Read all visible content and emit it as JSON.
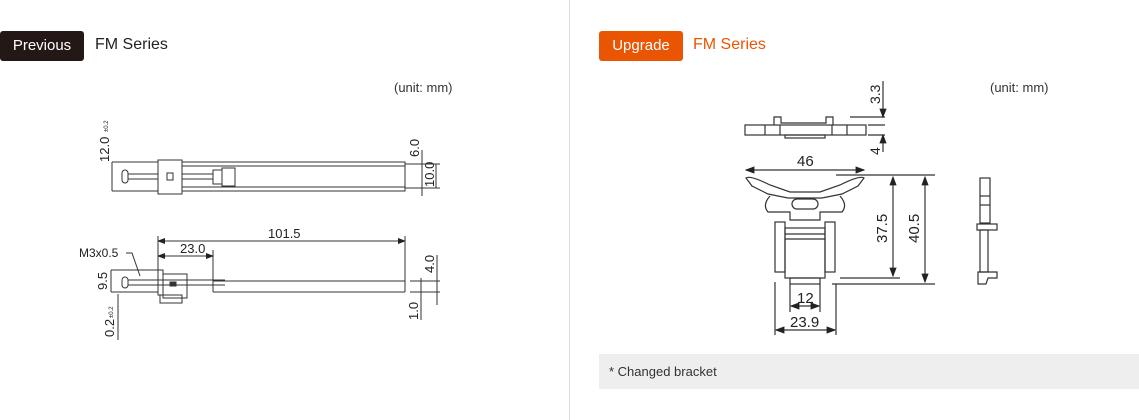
{
  "previous": {
    "badge": "Previous",
    "series": "FM Series",
    "unit": "(unit: mm)",
    "dimensions": {
      "height_top": "12.0",
      "height_top_tol": "±0.2",
      "right_top_a": "6.0",
      "right_top_b": "10.0",
      "length": "101.5",
      "offset": "23.0",
      "screw": "M3x0.5",
      "height_side": "9.5",
      "gap": "0.2",
      "gap_tol": "±0.2",
      "right_side_a": "4.0",
      "right_side_b": "1.0"
    }
  },
  "upgrade": {
    "badge": "Upgrade",
    "series": "FM Series",
    "unit": "(unit: mm)",
    "dimensions": {
      "top_a": "3.3",
      "top_b": "4",
      "width": "46",
      "height_a": "37.5",
      "height_b": "40.5",
      "inner_width": "12",
      "base_width": "23.9"
    },
    "note": "* Changed bracket"
  },
  "colors": {
    "previous_badge": "#231815",
    "upgrade_accent": "#ea5504"
  }
}
